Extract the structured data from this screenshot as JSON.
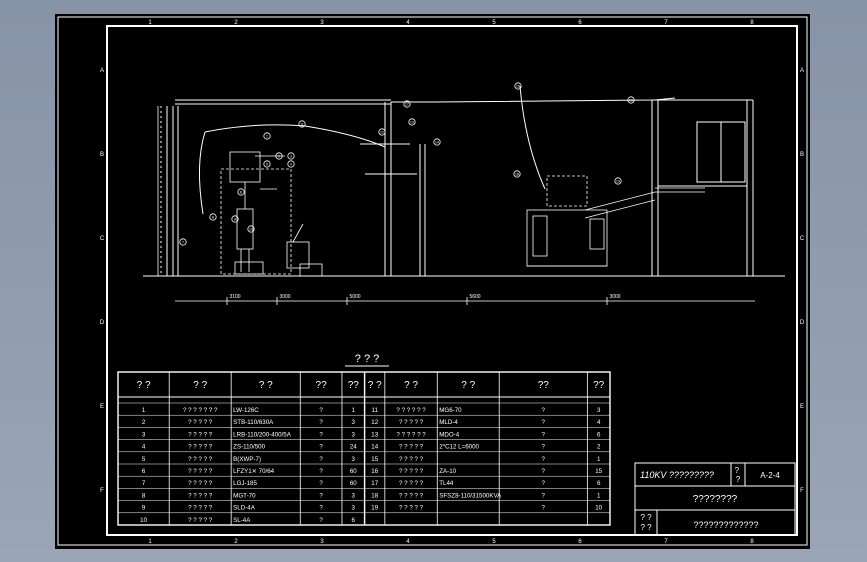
{
  "zone_columns": [
    "1",
    "2",
    "3",
    "4",
    "5",
    "6",
    "7",
    "8"
  ],
  "zone_rows": [
    "A",
    "B",
    "C",
    "D",
    "E",
    "F"
  ],
  "dimension_marks": [
    "3100",
    "3000",
    "5000",
    "5600",
    "3000"
  ],
  "table_title": "? ? ?",
  "table": {
    "headers": [
      "? ?",
      "? ?",
      "? ?",
      "??",
      "??",
      "? ?",
      "? ?",
      "? ?",
      "??",
      "??"
    ],
    "rows": [
      [
        "1",
        "? ? ? ? ? ? ?",
        "LW-126C",
        "?",
        "1",
        "11",
        "? ? ? ? ? ?",
        "MG6-70",
        "?",
        "3"
      ],
      [
        "2",
        "? ? ? ? ?",
        "STB-110/630A",
        "?",
        "3",
        "12",
        "? ? ? ? ?",
        "MLD-4",
        "?",
        "4"
      ],
      [
        "3",
        "? ? ? ? ?",
        "LRB-110/200-400/5A",
        "?",
        "3",
        "13",
        "? ? ? ? ? ?",
        "MDO-4",
        "?",
        "6"
      ],
      [
        "4",
        "? ? ? ? ?",
        "ZS-110/500",
        "?",
        "24",
        "14",
        "? ? ? ? ?",
        "2*C12  L=6000",
        "?",
        "2"
      ],
      [
        "5",
        "? ? ? ? ?",
        "B(XWP-7)",
        "?",
        "3",
        "15",
        "? ? ? ? ?",
        "",
        "?",
        "1"
      ],
      [
        "6",
        "? ? ? ? ?",
        "LFZY1✕ 70/64",
        "?",
        "60",
        "16",
        "? ? ? ? ?",
        "ZA-10",
        "?",
        "15"
      ],
      [
        "7",
        "? ? ? ? ?",
        "LGJ-185",
        "?",
        "60",
        "17",
        "? ? ? ? ?",
        "TL44",
        "?",
        "6"
      ],
      [
        "8",
        "? ? ? ? ?",
        "MGT-70",
        "?",
        "3",
        "18",
        "? ? ? ? ?",
        "SFSZ8-110/31500KVA",
        "?",
        "1"
      ],
      [
        "9",
        "? ? ? ? ?",
        "SLD-4A",
        "?",
        "3",
        "19",
        "? ? ? ? ?",
        "",
        "?",
        "10"
      ],
      [
        "10",
        "? ? ? ? ?",
        "SL-4A",
        "?",
        "6",
        "",
        "",
        "",
        "",
        ""
      ]
    ]
  },
  "title_block": {
    "project": "110KV ?????????",
    "mark": "?\n?",
    "drawing_no": "A-2-4",
    "sheet_name": "????????",
    "side_labels": [
      "? ?",
      "? ?"
    ],
    "company": "?????????????"
  },
  "callouts": [
    "1",
    "2",
    "3",
    "4",
    "5",
    "6",
    "7",
    "8",
    "9",
    "10",
    "11",
    "12",
    "13",
    "14",
    "15",
    "16",
    "17",
    "18",
    "19"
  ]
}
